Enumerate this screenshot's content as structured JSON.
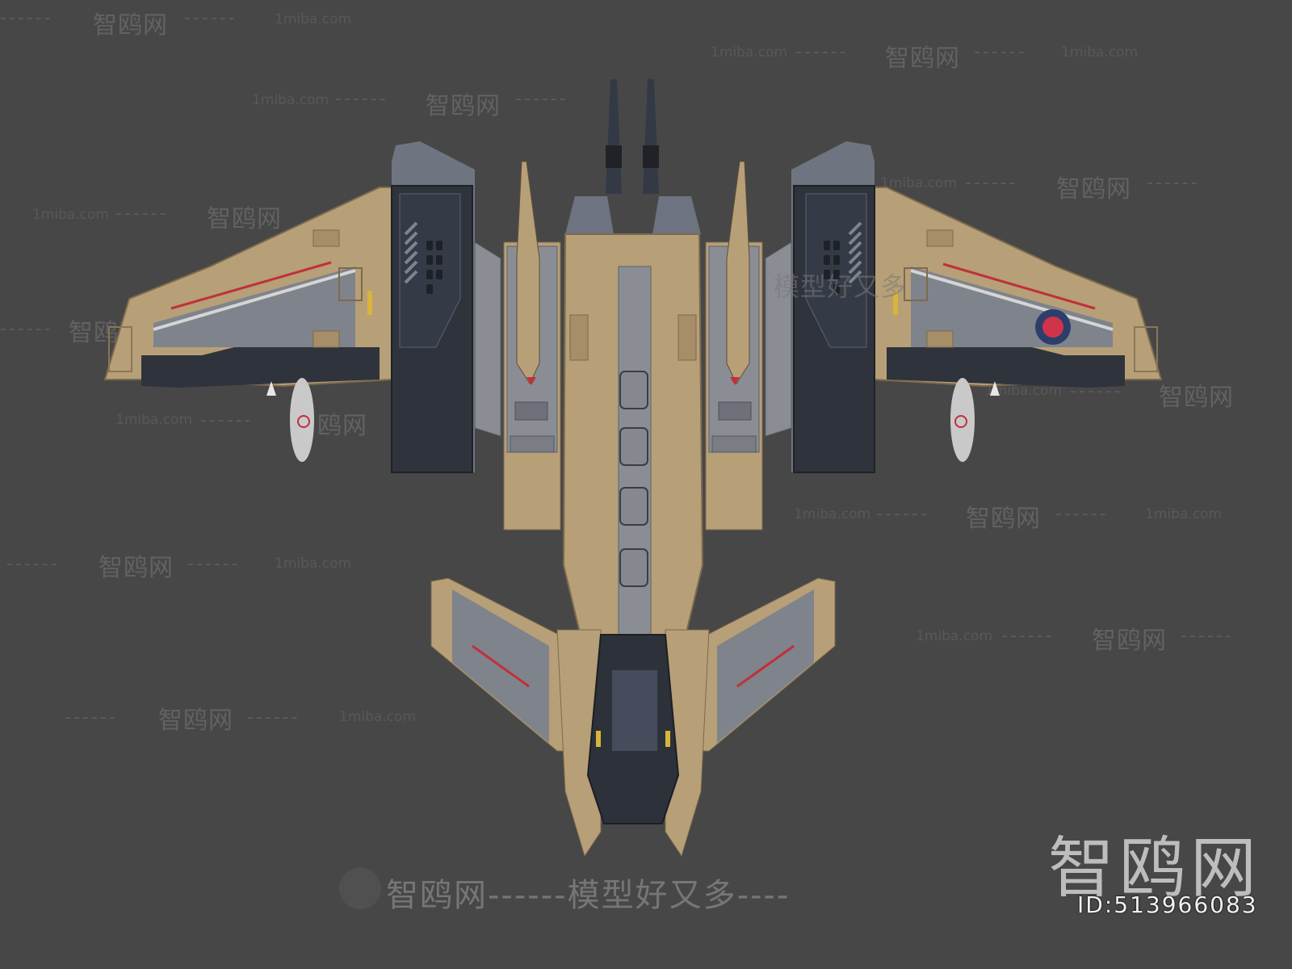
{
  "scene": {
    "background_color": "#474747",
    "subject": "Top-down render of a tan and dark-grey sci-fi fighter spacecraft",
    "colors": {
      "hull_tan": "#b79f78",
      "hull_tan_dark": "#8c7654",
      "panel_grey": "#8a8d94",
      "panel_dark": "#3a3f4a",
      "engine_dark": "#2b3038",
      "stripe_red": "#c0303a",
      "roundel_blue": "#2d3e6b",
      "roundel_red": "#d0334a",
      "accent_yellow": "#d8b43a"
    },
    "markings": {
      "roundel": "blue-ring red-center roundel on right wing",
      "wing_stripes": "red pinstripes on both main wings and tail fins",
      "warning_triangles": "red triangles on side pods"
    }
  },
  "watermarks": {
    "site_cn": "智鸥网",
    "site_url": "1miba.com",
    "dashes": "------",
    "slogan": "智鸥网------模型好又多----",
    "mid_slogan": "模型好又多",
    "brand_large": "智鸥网",
    "asset_id": "ID:513966083"
  }
}
